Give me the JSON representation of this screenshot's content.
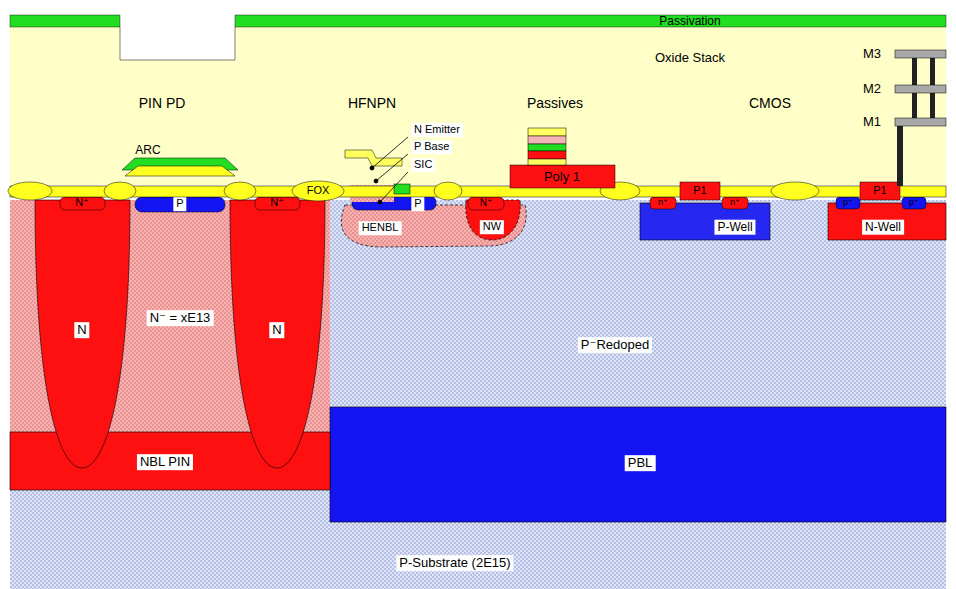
{
  "diagram": {
    "nodes": [
      {
        "text": [
          "Passivation"
        ]
      },
      {
        "text": [
          "Oxide Stack"
        ]
      },
      {
        "text": [
          "N⁻ = xE13"
        ]
      },
      {
        "text": [
          "N"
        ]
      },
      {
        "text": [
          "N"
        ]
      },
      {
        "text": [
          "N⁺"
        ],
        "in": 3
      },
      {
        "text": [
          "P"
        ],
        "in": 2
      },
      {
        "text": [
          "N⁺"
        ],
        "in": 4
      },
      {
        "text": [
          "NBL PIN"
        ]
      },
      {
        "text": [
          "P⁻Redoped"
        ]
      },
      {
        "text": [
          "PBL"
        ]
      },
      {
        "text": [
          "P-Substrate  (2E15)"
        ]
      },
      {
        "text": [
          "HENBL"
        ]
      },
      {
        "text": [
          "NW"
        ]
      },
      {
        "text": [
          "N⁺"
        ],
        "in": 13
      },
      {
        "text": [
          "P"
        ]
      },
      {
        "text": [
          "Poly 1"
        ]
      },
      {
        "text": [
          "P-Well"
        ]
      },
      {
        "text": [
          "n⁺"
        ],
        "in": 17
      },
      {
        "text": [
          "n⁺"
        ],
        "in": 17
      },
      {
        "text": [
          "P1"
        ]
      },
      {
        "text": [
          "N-Well"
        ]
      },
      {
        "text": [
          "p⁺"
        ],
        "in": 21
      },
      {
        "text": [
          "p⁺"
        ],
        "in": 21
      },
      {
        "text": [
          "P1"
        ]
      }
    ],
    "labels": [
      "PIN PD",
      "HFNPN",
      "Passives",
      "CMOS",
      "M3",
      "M2",
      "M1",
      "ARC",
      "N Emitter",
      "P Base",
      "SIC",
      "FOX"
    ]
  }
}
